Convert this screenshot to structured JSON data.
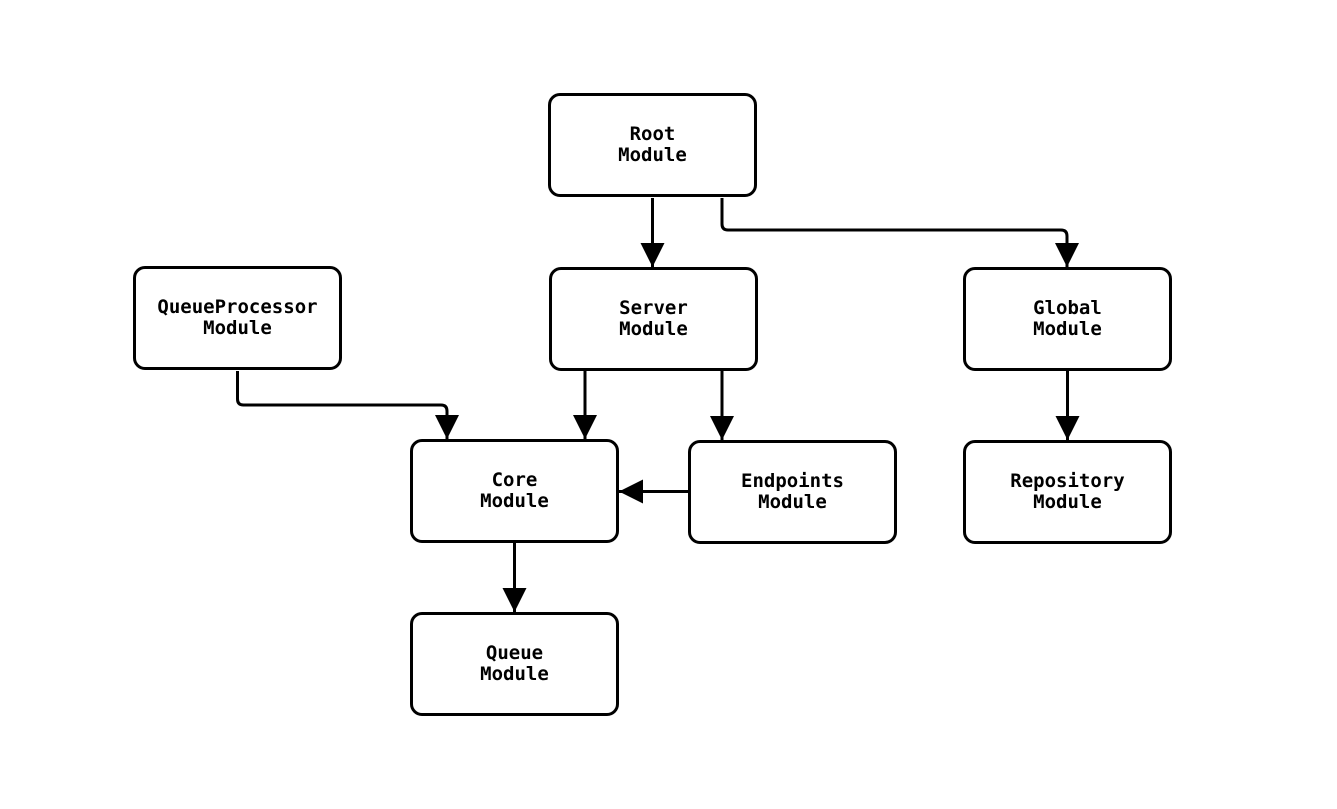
{
  "diagram": {
    "background_color": "#ffffff",
    "node_fill_color": "#ffffff",
    "node_border_color": "#000000",
    "text_color": "#000000",
    "edge_color": "#000000",
    "nodes": [
      {
        "id": "root",
        "label": "Root\nModule"
      },
      {
        "id": "queueprocessor",
        "label": "QueueProcessor\nModule"
      },
      {
        "id": "server",
        "label": "Server\nModule"
      },
      {
        "id": "global",
        "label": "Global\nModule"
      },
      {
        "id": "core",
        "label": "Core\nModule"
      },
      {
        "id": "endpoints",
        "label": "Endpoints\nModule"
      },
      {
        "id": "repository",
        "label": "Repository\nModule"
      },
      {
        "id": "queue",
        "label": "Queue\nModule"
      }
    ],
    "edges": [
      {
        "from": "root",
        "to": "server"
      },
      {
        "from": "root",
        "to": "global"
      },
      {
        "from": "queueprocessor",
        "to": "core"
      },
      {
        "from": "server",
        "to": "core"
      },
      {
        "from": "server",
        "to": "endpoints"
      },
      {
        "from": "endpoints",
        "to": "core"
      },
      {
        "from": "global",
        "to": "repository"
      },
      {
        "from": "core",
        "to": "queue"
      }
    ]
  }
}
